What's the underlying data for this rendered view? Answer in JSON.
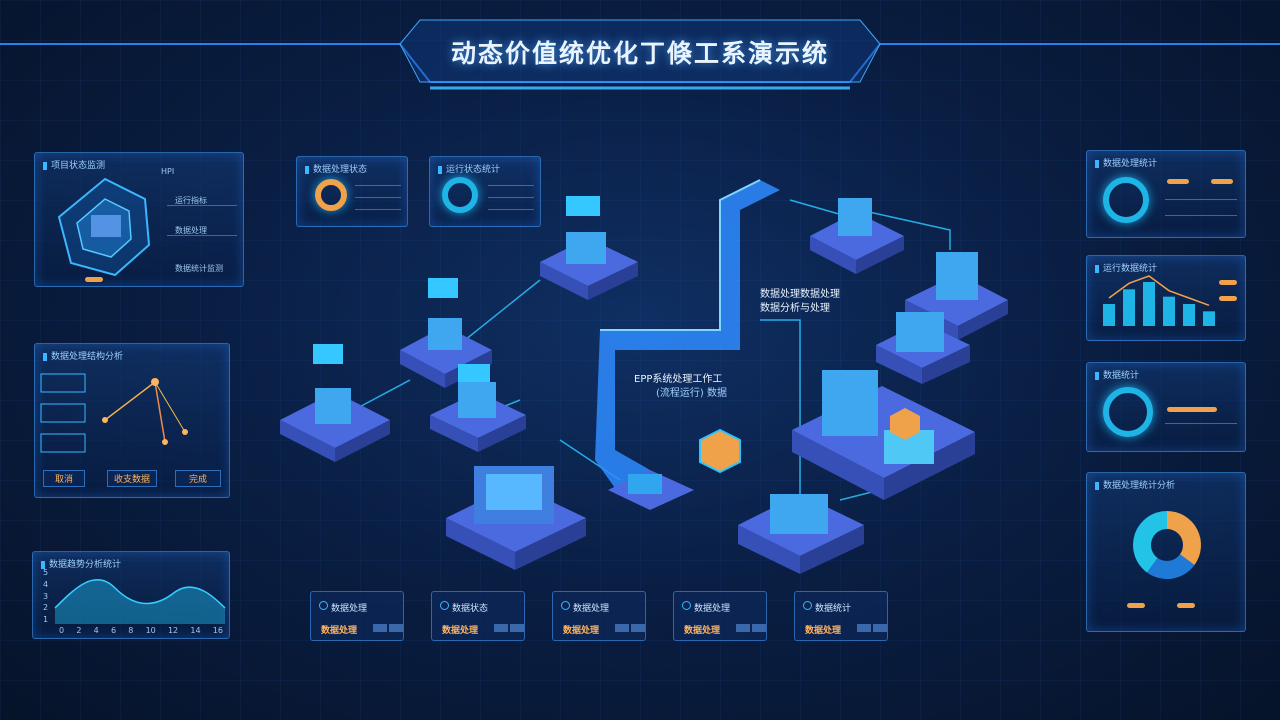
{
  "header": {
    "title": "动态价值统优化丁倏工系演示统"
  },
  "left_panels": {
    "radar": {
      "title": "项目状态监测",
      "items": [
        "HPI",
        "运行指标",
        "数据处理",
        "数据统计监测"
      ]
    },
    "network": {
      "title": "数据处理结构分析",
      "buttons": [
        "取消",
        "收支数据",
        "完成"
      ]
    },
    "area": {
      "title": "数据趋势分析统计",
      "x_ticks": [
        "0",
        "2",
        "4",
        "6",
        "8",
        "10",
        "12",
        "14",
        "16"
      ],
      "y_ticks": [
        "5",
        "4",
        "3",
        "2",
        "1"
      ]
    }
  },
  "top_panels": [
    {
      "title": "数据处理状态"
    },
    {
      "title": "运行状态统计"
    }
  ],
  "flow": {
    "label_top_line1": "数据处理数据处理",
    "label_top_line2": "数据分析与处理",
    "label_mid_line1": "EPP系统处理工作工",
    "label_mid_line2": "(流程运行) 数据"
  },
  "right_panels": [
    {
      "title": "数据处理统计"
    },
    {
      "title": "运行数据统计"
    },
    {
      "title": "数据统计"
    },
    {
      "title": "数据处理统计分析"
    }
  ],
  "right_bar_chart": {
    "values": [
      3,
      5,
      6,
      4,
      3,
      2
    ]
  },
  "donut": {
    "slices": [
      35,
      25,
      40
    ],
    "colors": [
      "#f0a24a",
      "#1e7ad6",
      "#23c3e8"
    ]
  },
  "bottom_cards": [
    {
      "label": "数据处理",
      "value": "数据处理"
    },
    {
      "label": "数据状态",
      "value": "数据处理"
    },
    {
      "label": "数据处理",
      "value": "数据处理"
    },
    {
      "label": "数据处理",
      "value": "数据处理"
    },
    {
      "label": "数据统计",
      "value": "数据处理"
    }
  ]
}
